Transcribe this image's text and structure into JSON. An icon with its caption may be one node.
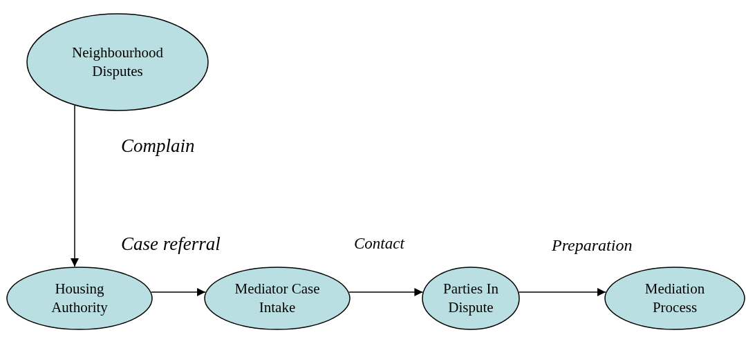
{
  "diagram": {
    "nodes": [
      {
        "text": [
          "Neighbourhood Disputes"
        ]
      },
      {
        "text": [
          "Housing Authority"
        ]
      },
      {
        "text": [
          "Mediator Case Intake"
        ]
      },
      {
        "text": [
          "Parties In Dispute"
        ]
      },
      {
        "text": [
          "Mediation Process"
        ]
      }
    ],
    "edges": [
      {
        "from": 0,
        "to": 1,
        "arrow": "to",
        "label": "Complain"
      },
      {
        "from": 1,
        "to": 2,
        "arrow": "to",
        "label": "Case referral"
      },
      {
        "from": 2,
        "to": 3,
        "arrow": "to",
        "label": "Contact"
      },
      {
        "from": 3,
        "to": 4,
        "arrow": "to",
        "label": "Preparation"
      }
    ]
  }
}
